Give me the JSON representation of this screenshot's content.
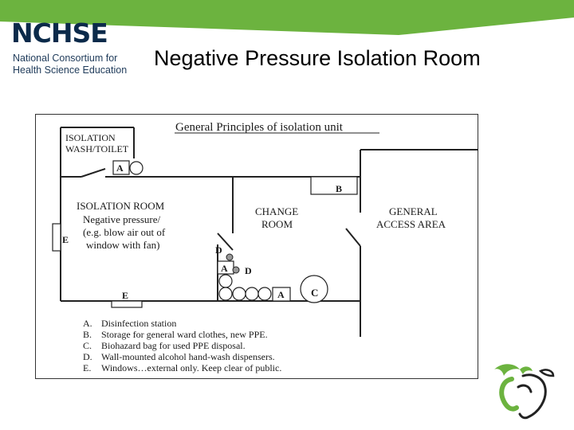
{
  "brand": {
    "name": "NCHSE",
    "tagline_line1": "National Consortium for",
    "tagline_line2": "Health Science Education",
    "accent_green": "#6cb33f",
    "navy": "#0b2a4a"
  },
  "slide": {
    "title": "Negative Pressure Isolation Room"
  },
  "figure": {
    "title": "General Principles of isolation unit",
    "rooms": {
      "wash_toilet_line1": "ISOLATION",
      "wash_toilet_line2": "WASH/TOILET",
      "isolation_line1": "ISOLATION ROOM",
      "isolation_line2": "Negative pressure/",
      "isolation_line3": "(e.g. blow air out of",
      "isolation_line4": "window with fan)",
      "change_line1": "CHANGE",
      "change_line2": "ROOM",
      "general_line1": "GENERAL",
      "general_line2": "ACCESS AREA"
    },
    "markers": {
      "a": "A",
      "b": "B",
      "c": "C",
      "d": "D",
      "e": "E"
    },
    "legend": [
      {
        "key": "A.",
        "text": "Disinfection station"
      },
      {
        "key": "B.",
        "text": "Storage for general ward clothes, new PPE."
      },
      {
        "key": "C.",
        "text": "Biohazard bag for used PPE disposal."
      },
      {
        "key": "D.",
        "text": "Wall-mounted alcohol hand-wash dispensers."
      },
      {
        "key": "E.",
        "text": "Windows…external only. Keep clear of public."
      }
    ]
  }
}
